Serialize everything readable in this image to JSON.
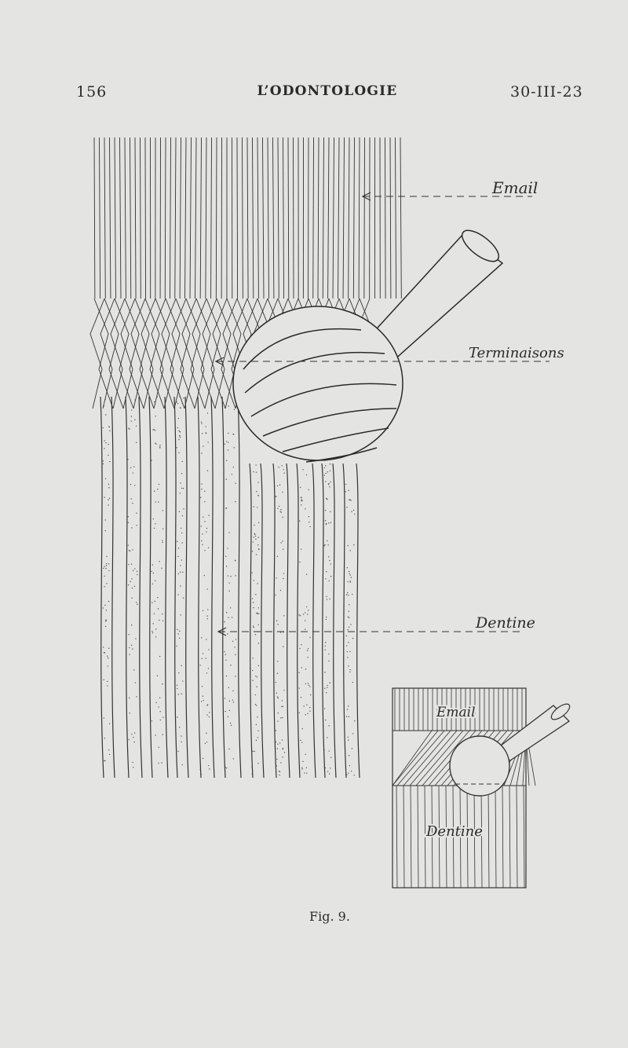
{
  "header": {
    "page_number": "156",
    "journal_title": "L’ODONTOLOGIE",
    "date": "30-III-23"
  },
  "figure": {
    "labels": {
      "email": "Email",
      "terminaisons": "Terminaisons",
      "dentine": "Dentine"
    },
    "inset_labels": {
      "email": "Email",
      "dentine": "Dentine"
    },
    "caption": "Fig. 9."
  }
}
